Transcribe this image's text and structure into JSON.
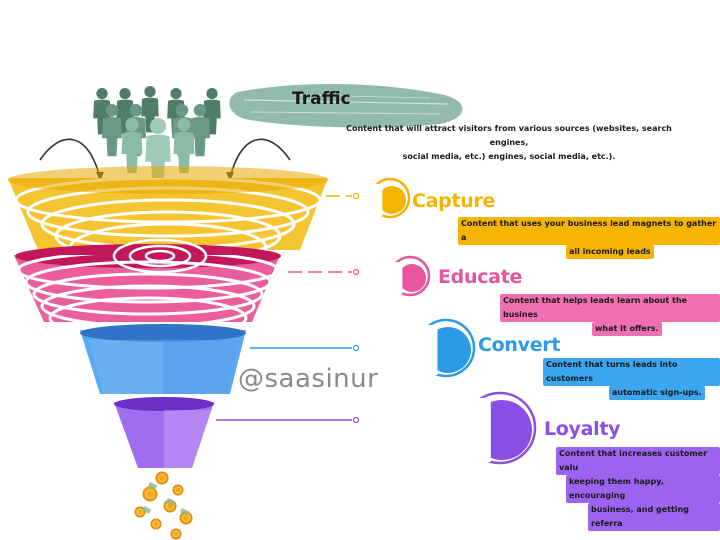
{
  "colors": {
    "traffic": "#6b9e8a",
    "capture": "#f4b400",
    "educate": "#e8559c",
    "convert": "#2b9be8",
    "loyalty": "#8b4fe8",
    "people": "#5f8c78"
  },
  "traffic": {
    "title": "Traffic",
    "desc_lines": [
      "Content that will attract visitors from various sources (websites, search engines,",
      "social media, etc.) engines, social media, etc.)."
    ]
  },
  "stages": [
    {
      "title": "Capture",
      "color": "#f4b400",
      "desc_lines": [
        "Content that uses your business lead magnets to gather a",
        "all incoming leads"
      ]
    },
    {
      "title": "Educate",
      "color": "#e8559c",
      "desc_lines": [
        "Content that helps leads learn about the busines",
        "what it offers."
      ]
    },
    {
      "title": "Convert",
      "color": "#2b9be8",
      "desc_lines": [
        "Content that turns leads into customers",
        "automatic sign-ups."
      ]
    },
    {
      "title": "Loyalty",
      "color": "#8b4fe8",
      "desc_lines": [
        "Content that increases customer valu",
        "keeping them happy, encouraging",
        "business, and getting referra"
      ]
    }
  ],
  "watermark": "@saasinur",
  "icons": [
    "people-group-icon",
    "curved-arrow-icon",
    "coin-icon"
  ]
}
